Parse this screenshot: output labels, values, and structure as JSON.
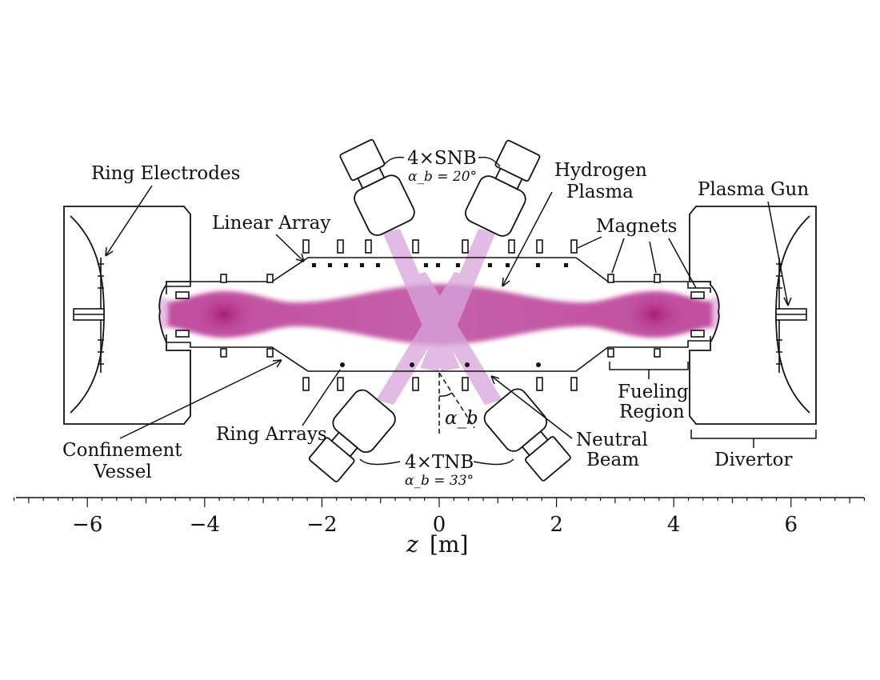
{
  "labels": {
    "ring_electrodes": "Ring Electrodes",
    "linear_array": "Linear Array",
    "snb_count": "4×SNB",
    "snb_angle": "α_b = 20°",
    "hydrogen": "Hydrogen",
    "plasma": "Plasma",
    "plasma_gun": "Plasma Gun",
    "magnets": "Magnets",
    "fueling": "Fueling",
    "region": "Region",
    "confinement": "Confinement",
    "vessel": "Vessel",
    "ring_arrays": "Ring Arrays",
    "tnb_count": "4×TNB",
    "tnb_angle": "α_b = 33°",
    "neutral": "Neutral",
    "beam": "Beam",
    "divertor": "Divertor",
    "alpha_b": "α_b"
  },
  "axis": {
    "ticks": [
      "−6",
      "−4",
      "−2",
      "0",
      "2",
      "4",
      "6"
    ],
    "tick_values": [
      -6,
      -4,
      -2,
      0,
      2,
      4,
      6
    ],
    "label_var": "z",
    "label_unit": "[m]",
    "range": [
      -7.5,
      7.5
    ]
  },
  "colors": {
    "plasma": "#c0409a",
    "plasma_core": "#b3267f",
    "beam": "#cf8fd6",
    "outline": "#111111"
  }
}
